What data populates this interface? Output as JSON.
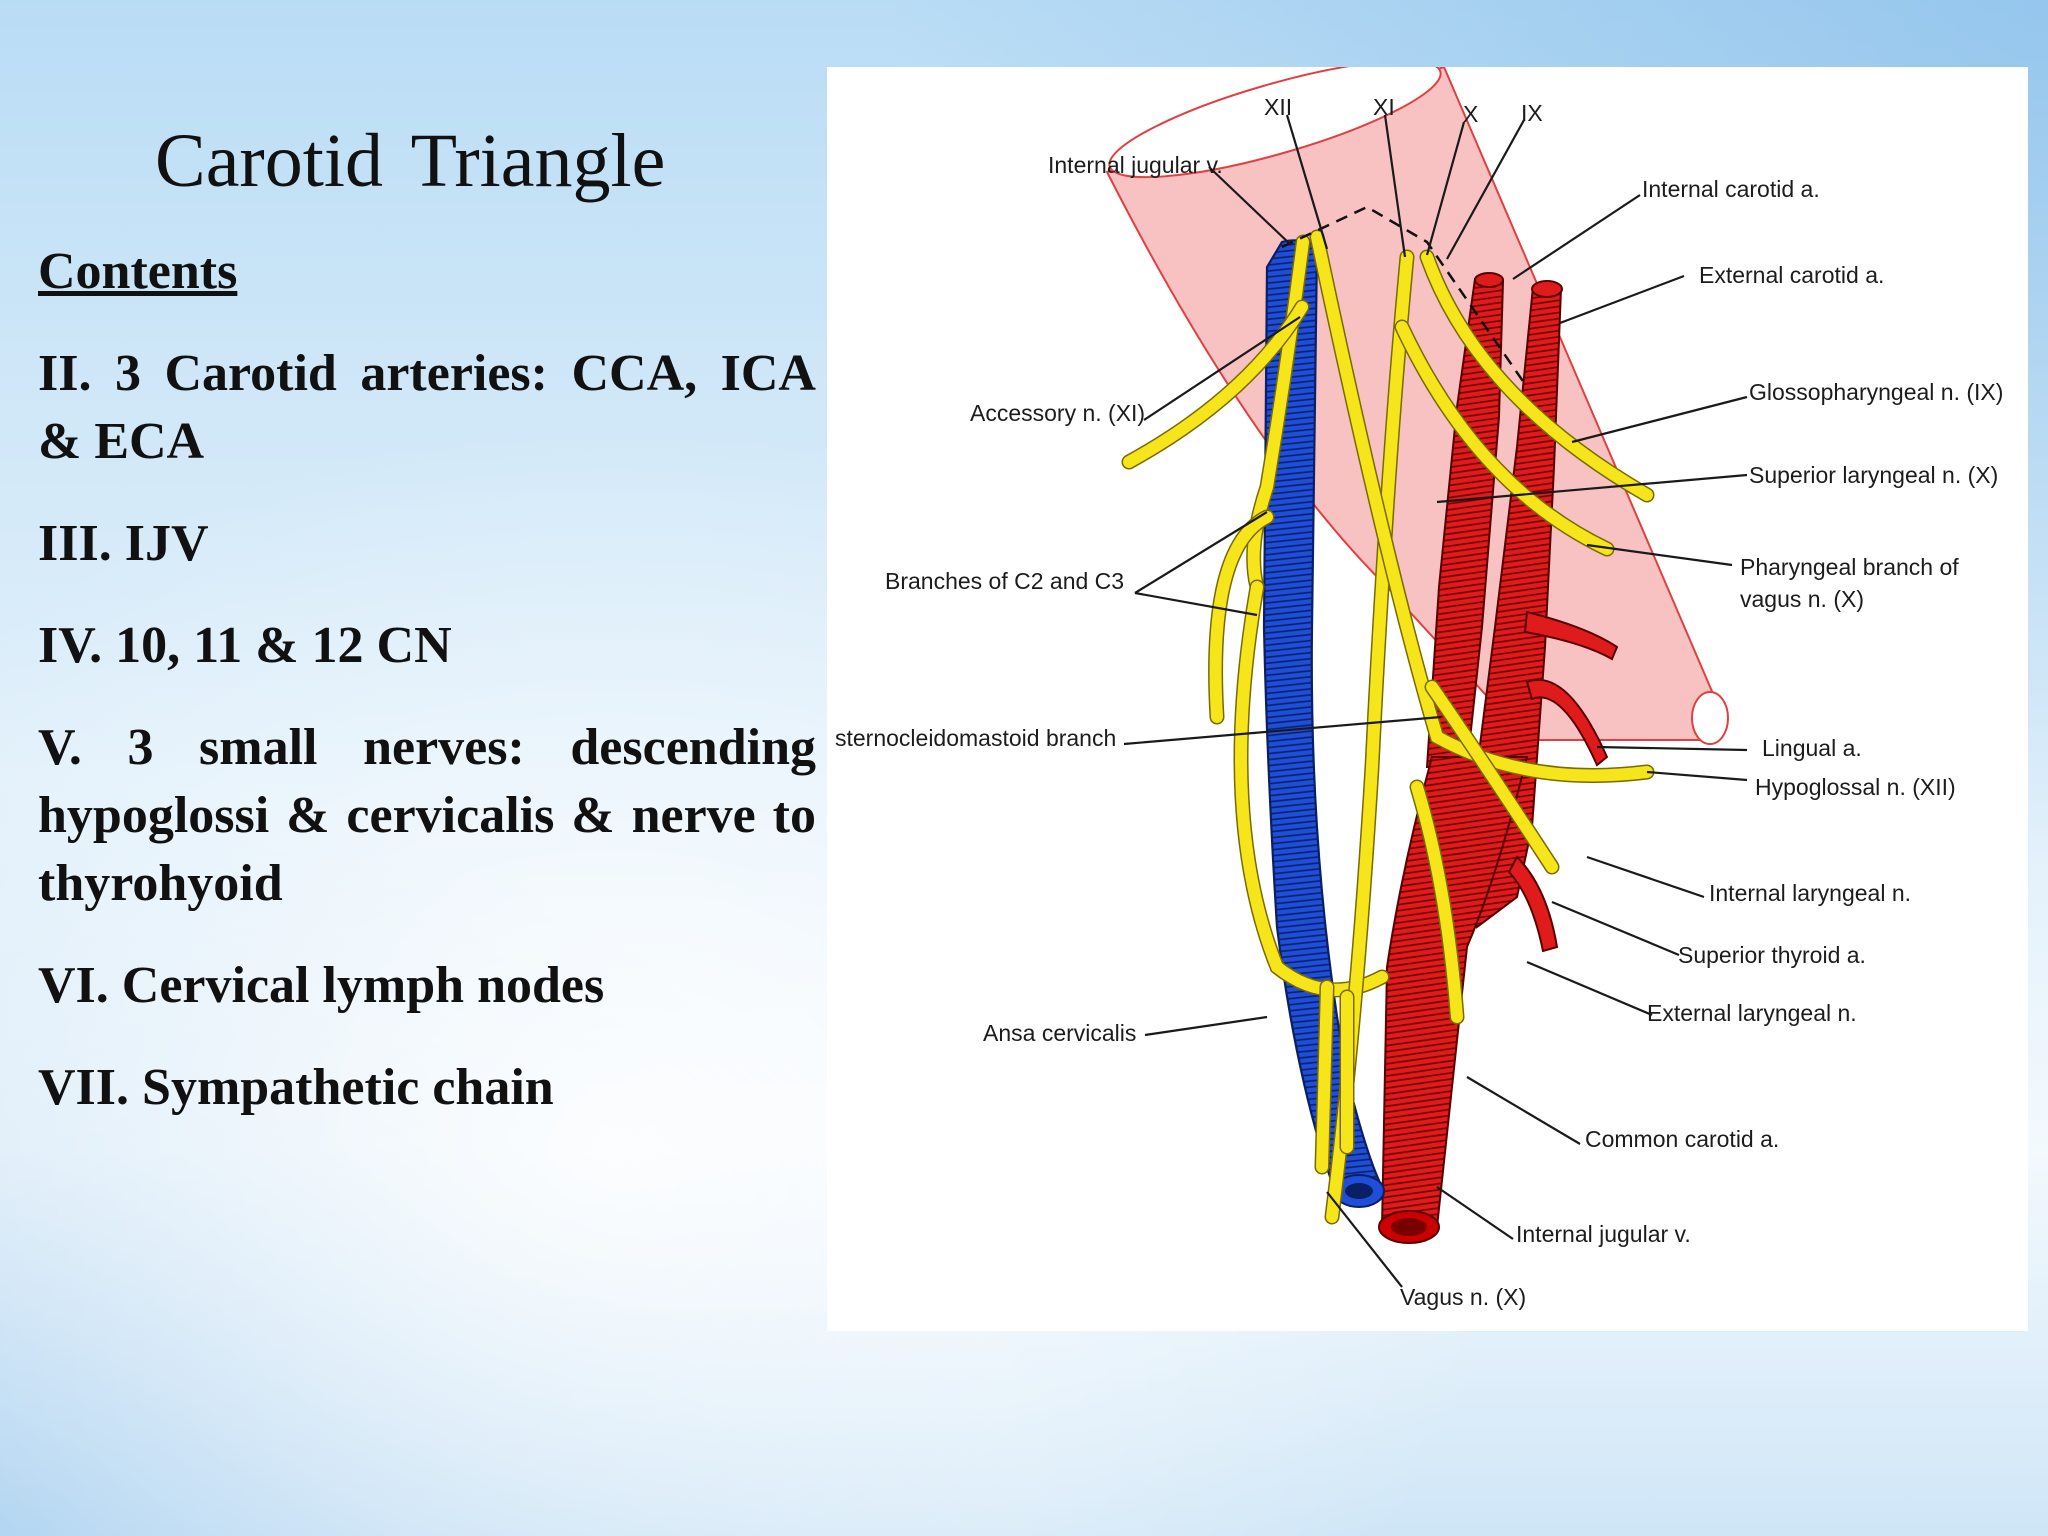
{
  "slide": {
    "title": "Carotid  Triangle",
    "contents_heading": "Contents",
    "items": [
      "II.  3  Carotid  arteries:  CCA, ICA & ECA",
      "III. IJV",
      "IV. 10, 11 & 12 CN",
      "V.  3  small  nerves:  descending hypoglossi & cervicalis & nerve to thyrohyoid",
      "VI. Cervical lymph nodes",
      "VII. Sympathetic chain"
    ]
  },
  "diagram": {
    "top_labels": {
      "xii": "XII",
      "xi": "XI",
      "x": "X",
      "ix": "IX"
    },
    "labels": {
      "internal_jugular_top": "Internal jugular v.",
      "internal_carotid": "Internal carotid a.",
      "external_carotid": "External carotid a.",
      "accessory": "Accessory n. (XI)",
      "glossopharyngeal": "Glossopharyngeal n. (IX)",
      "superior_laryngeal": "Superior laryngeal n. (X)",
      "pharyngeal_branch_1": "Pharyngeal branch of",
      "pharyngeal_branch_2": "vagus n. (X)",
      "branches_c2_c3": "Branches of C2 and C3",
      "sternocleidomastoid": "sternocleidomastoid branch",
      "lingual": "Lingual a.",
      "hypoglossal": "Hypoglossal n. (XII)",
      "internal_laryngeal": "Internal laryngeal n.",
      "superior_thyroid": "Superior thyroid a.",
      "ansa_cervicalis": "Ansa cervicalis",
      "external_laryngeal": "External laryngeal n.",
      "common_carotid": "Common carotid a.",
      "internal_jugular_bottom": "Internal jugular v.",
      "vagus": "Vagus n. (X)"
    },
    "colors": {
      "vein": "#1f4fd8",
      "artery": "#e01b1b",
      "nerve": "#f5e51a",
      "muscle": "#f7b3b3"
    }
  }
}
